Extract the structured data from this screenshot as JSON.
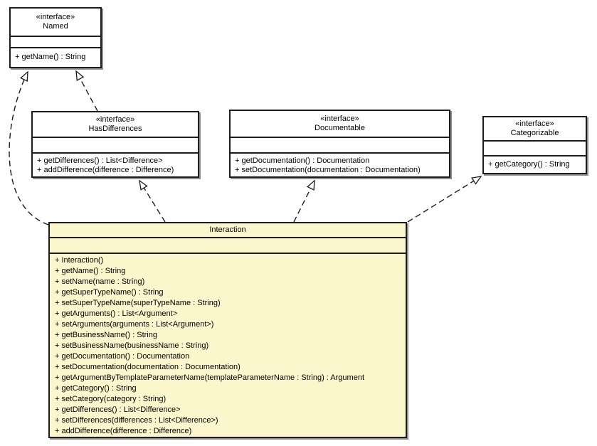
{
  "diagram_title": "UML class diagram: Interaction realizes Named, HasDifferences, Documentable, Categorizable",
  "colors": {
    "background": "#ffffff",
    "class_fill": "#ffffff",
    "highlight_class_fill": "#fcf6cd",
    "border": "#1c1c1c",
    "shadow": "#8f8f8f",
    "text": "#000000"
  },
  "classes": [
    {
      "name": "Named",
      "stereotype": "«interface»",
      "attributes": [],
      "methods": [
        "+ getName() : String"
      ]
    },
    {
      "name": "HasDifferences",
      "stereotype": "«interface»",
      "attributes": [],
      "methods": [
        "+ getDifferences() : List<Difference>",
        "+ addDifference(difference : Difference)"
      ]
    },
    {
      "name": "Documentable",
      "stereotype": "«interface»",
      "attributes": [],
      "methods": [
        "+ getDocumentation() : Documentation",
        "+ setDocumentation(documentation : Documentation)"
      ]
    },
    {
      "name": "Categorizable",
      "stereotype": "«interface»",
      "attributes": [],
      "methods": [
        "+ getCategory() : String"
      ]
    },
    {
      "name": "Interaction",
      "stereotype": "",
      "attributes": [],
      "methods": [
        "+ Interaction()",
        "+ getName() : String",
        "+ setName(name : String)",
        "+ getSuperTypeName() : String",
        "+ setSuperTypeName(superTypeName : String)",
        "+ getArguments() : List<Argument>",
        "+ setArguments(arguments : List<Argument>)",
        "+ getBusinessName() : String",
        "+ setBusinessName(businessName : String)",
        "+ getDocumentation() : Documentation",
        "+ setDocumentation(documentation : Documentation)",
        "+ getArgumentByTemplateParameterName(templateParameterName : String) : Argument",
        "+ getCategory() : String",
        "+ setCategory(category : String)",
        "+ getDifferences() : List<Difference>",
        "+ setDifferences(differences : List<Difference>)",
        "+ addDifference(difference : Difference)"
      ]
    }
  ],
  "relationships": [
    {
      "from": "HasDifferences",
      "to": "Named",
      "type": "realization",
      "line": "dashed",
      "arrowhead": "hollow-triangle"
    },
    {
      "from": "Interaction",
      "to": "Named",
      "type": "realization",
      "line": "dashed",
      "arrowhead": "hollow-triangle"
    },
    {
      "from": "Interaction",
      "to": "HasDifferences",
      "type": "realization",
      "line": "dashed",
      "arrowhead": "hollow-triangle"
    },
    {
      "from": "Interaction",
      "to": "Documentable",
      "type": "realization",
      "line": "dashed",
      "arrowhead": "hollow-triangle"
    },
    {
      "from": "Interaction",
      "to": "Categorizable",
      "type": "realization",
      "line": "dashed",
      "arrowhead": "hollow-triangle"
    }
  ]
}
